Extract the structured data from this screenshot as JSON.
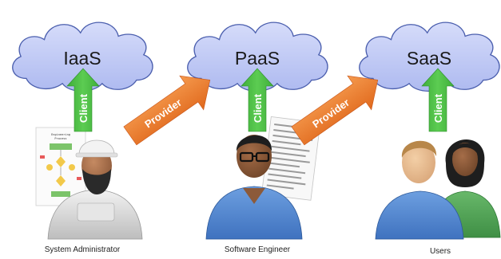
{
  "clouds": [
    {
      "label": "IaaS"
    },
    {
      "label": "PaaS"
    },
    {
      "label": "SaaS"
    }
  ],
  "client_arrows": [
    {
      "label": "Client"
    },
    {
      "label": "Client"
    },
    {
      "label": "Client"
    }
  ],
  "provider_arrows": [
    {
      "label": "Provider"
    },
    {
      "label": "Provider"
    }
  ],
  "roles": [
    {
      "label": "System Administrator"
    },
    {
      "label": "Software Engineer"
    },
    {
      "label": "Users"
    }
  ],
  "colors": {
    "cloud_fill": "#c3cdf5",
    "cloud_stroke": "#4b5fae",
    "client_arrow": "#4dbd45",
    "provider_arrow": "#ee7a2a"
  }
}
